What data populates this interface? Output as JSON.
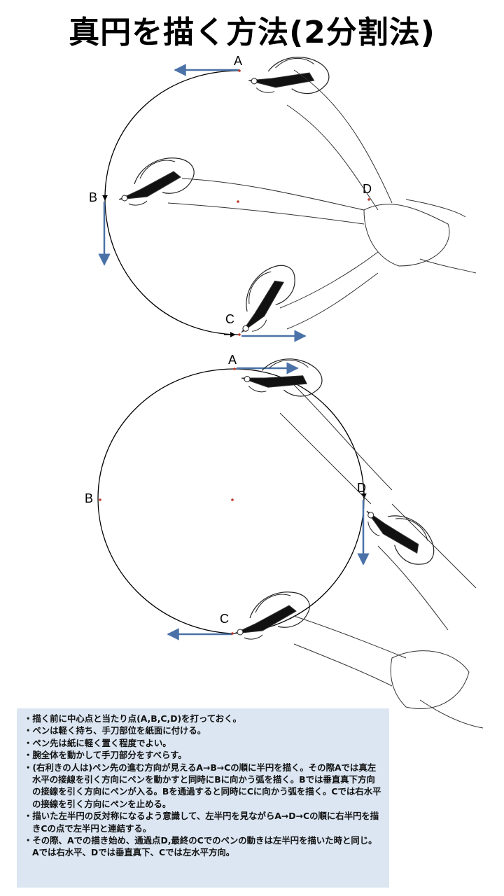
{
  "title": "真円を描く方法(2分割法)",
  "labels": {
    "top": {
      "A": "A",
      "B": "B",
      "C": "C",
      "D": "D"
    },
    "bottom": {
      "A": "A",
      "B": "B",
      "C": "C",
      "D": "D"
    }
  },
  "colors": {
    "arrow": "#4a72a8",
    "dot": "#c0392b",
    "note_bg": "#dbe6f2"
  },
  "notes": [
    "・描く前に中心点と当たり点(A,B,C,D)を打っておく。",
    "・ペンは軽く持ち、手刀部位を紙面に付ける。",
    "・ペン先は紙に軽く置く程度でよい。",
    "・腕全体を動かして手刀部分をすべらす。",
    "・(右利きの人は)ペン先の進む方向が見えるA→B→Cの順に半円を描く。その際Aでは真左水平の接線を引く方向にペンを動かすと同時にBに向かう弧を描く。Bでは垂直真下方向の接線を引く方向にペンが入る。Bを通過すると同時にCに向かう弧を描く。Cでは右水平の接線を引く方向にペンを止める。",
    "・描いた左半円の反対称になるよう意識して、左半円を見ながらA→D→Cの順に右半円を描きCの点で左半円と連結する。",
    "・その際、Aでの描き始め、通過点D,最終のCでのペンの動きは左半円を描いた時と同じ。Aでは右水平、Dでは垂直真下、Cでは左水平方向。"
  ],
  "icons": [
    "hand-pen-icon",
    "arrow-left-icon",
    "arrow-down-icon",
    "arrow-right-icon"
  ]
}
